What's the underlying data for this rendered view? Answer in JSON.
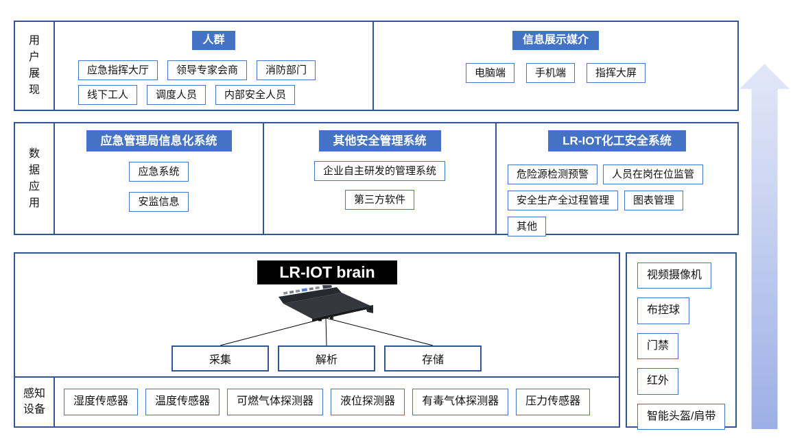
{
  "colors": {
    "header_bg": "#4472C4",
    "outer_border": "#2F5597",
    "chip_border": "#4472C4",
    "brain_bg": "#000000",
    "arrow_gradient_top": "#e2e7f8",
    "arrow_gradient_bottom": "#9cafe6"
  },
  "presentation_layer": {
    "label": "用户展现",
    "crowd": {
      "title": "人群",
      "rows": [
        [
          "应急指挥大厅",
          "领导专家会商",
          "消防部门"
        ],
        [
          "线下工人",
          "调度人员",
          "内部安全人员"
        ]
      ]
    },
    "media": {
      "title": "信息展示媒介",
      "items": [
        "电脑端",
        "手机端",
        "指挥大屏"
      ]
    }
  },
  "data_application_layer": {
    "label": "数据应用",
    "columns": [
      {
        "title": "应急管理局信息化系统",
        "items": [
          "应急系统",
          "安监信息"
        ]
      },
      {
        "title": "其他安全管理系统",
        "items": [
          "企业自主研发的管理系统",
          "第三方软件"
        ]
      },
      {
        "title": "LR-IOT化工安全系统",
        "rows": [
          [
            "危险源检测预警",
            "人员在岗在位监管"
          ],
          [
            "安全生产全过程管理",
            "图表管理"
          ],
          [
            "其他"
          ]
        ]
      }
    ]
  },
  "perception_layer": {
    "label": "感知设备",
    "brain": {
      "title": "LR-IOT brain",
      "device_icon": "rack-server",
      "functions": [
        "采集",
        "解析",
        "存储"
      ]
    },
    "sensors": [
      "湿度传感器",
      "温度传感器",
      "可燃气体探测器",
      "液位探测器",
      "有毒气体探测器",
      "压力传感器"
    ],
    "video_devices": [
      "视频摄像机",
      "布控球",
      "门禁",
      "红外",
      "智能头盔/肩带"
    ]
  },
  "flow_arrow": {
    "direction": "up"
  }
}
